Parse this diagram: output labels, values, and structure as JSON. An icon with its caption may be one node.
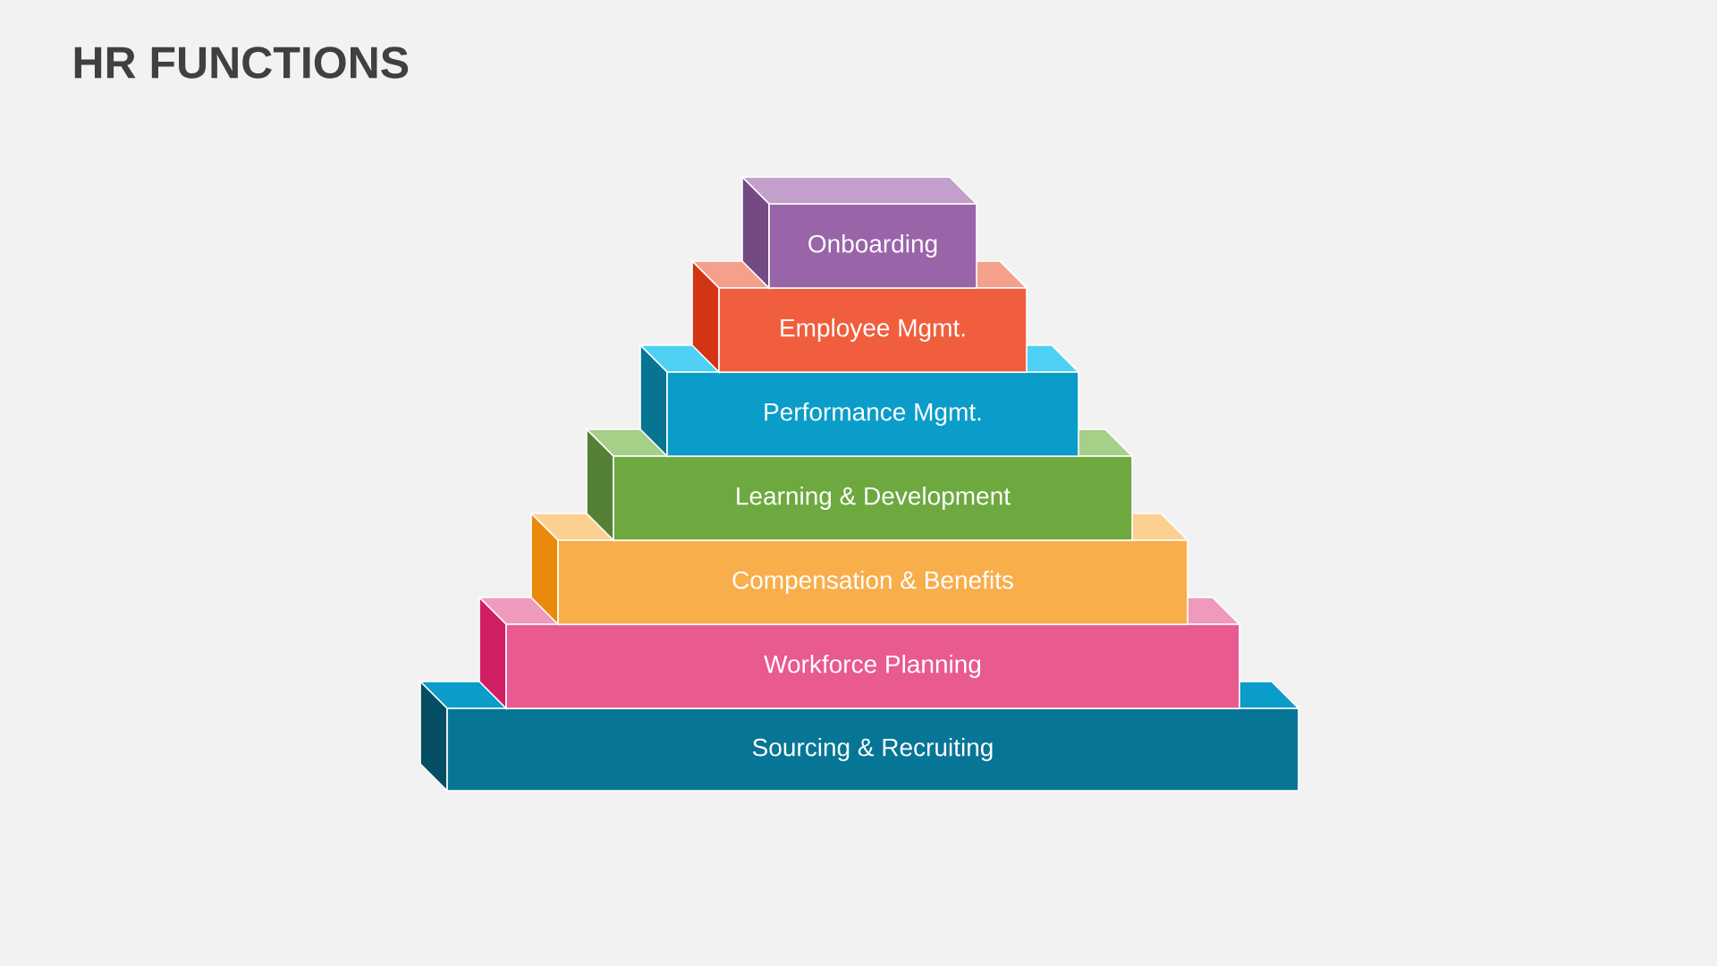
{
  "diagram": {
    "title": "HR FUNCTIONS",
    "nodes": [
      {
        "text": [
          "Onboarding"
        ]
      },
      {
        "text": [
          "Employee Mgmt."
        ]
      },
      {
        "text": [
          "Performance Mgmt."
        ]
      },
      {
        "text": [
          "Learning & Development"
        ]
      },
      {
        "text": [
          "Compensation & Benefits"
        ]
      },
      {
        "text": [
          "Workforce Planning"
        ]
      },
      {
        "text": [
          "Sourcing & Recruiting"
        ]
      }
    ]
  }
}
